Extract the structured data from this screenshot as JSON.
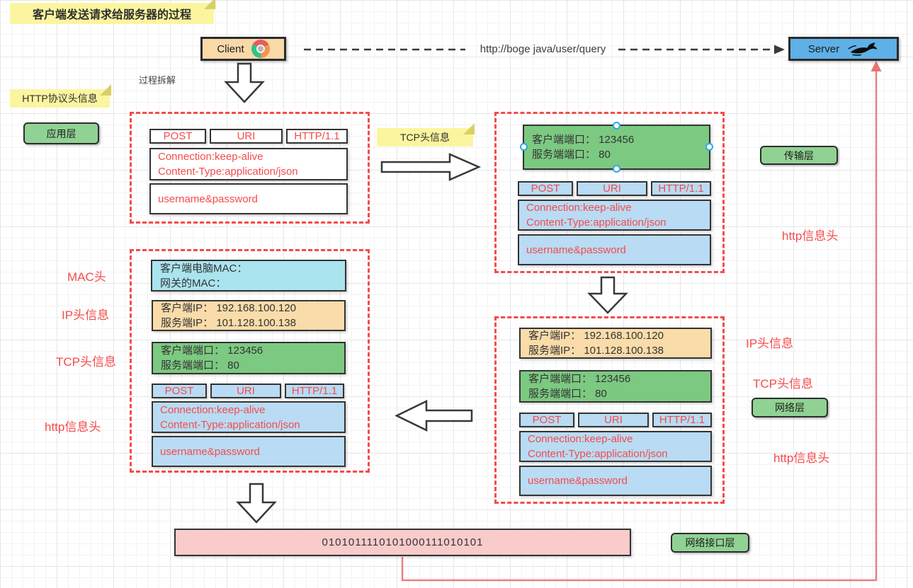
{
  "title": "客户端发送请求给服务器的过程",
  "client": {
    "label": "Client"
  },
  "server": {
    "label": "Server"
  },
  "connection_url": "http://boge java/user/query",
  "notes": {
    "process": "过程拆解",
    "http_header": "HTTP协议头信息",
    "tcp_header": "TCP头信息"
  },
  "layers": {
    "application": "应用层",
    "transport": "传输层",
    "network": "网络层",
    "network_interface": "网络接口层"
  },
  "http_block": {
    "method": "POST",
    "uri": "URI",
    "version": "HTTP/1.1",
    "header_line1": "Connection:keep-alive",
    "header_line2": "Content-Type:application/json",
    "body": "username&password"
  },
  "tcp_block": {
    "client_port": "客户端端口： 123456",
    "server_port": "服务端端口： 80"
  },
  "ip_block": {
    "client_ip": "客户端IP： 192.168.100.120",
    "server_ip": "服务端IP： 101.128.100.138"
  },
  "mac_block": {
    "client_mac": "客户端电脑MAC：",
    "gateway_mac": "网关的MAC："
  },
  "side_labels": {
    "mac_left": "MAC头",
    "ip_left": "IP头信息",
    "tcp_left": "TCP头信息",
    "http_left": "http信息头",
    "http_right_top": "http信息头",
    "ip_right": "IP头信息",
    "tcp_right": "TCP头信息",
    "http_right_bottom": "http信息头"
  },
  "binary_stream": "0101011110101000111010101",
  "icons": {
    "client_icon": "chrome-browser-icon",
    "server_icon": "tomcat-cat-icon"
  },
  "colors": {
    "accent_red": "#f54b4b",
    "sticky_yellow": "#fbf5a0",
    "layer_green": "#90d293",
    "tcp_green": "#7cc981",
    "ip_orange": "#fadcaa",
    "mac_cyan": "#aae4ef",
    "http_blue": "#b9dbf4",
    "client_peach": "#f9d9a8",
    "server_blue": "#5fb0e6",
    "binary_pink": "#f9cbcb",
    "selection_handle_blue": "#29abe2",
    "return_line_red": "#e88080"
  }
}
